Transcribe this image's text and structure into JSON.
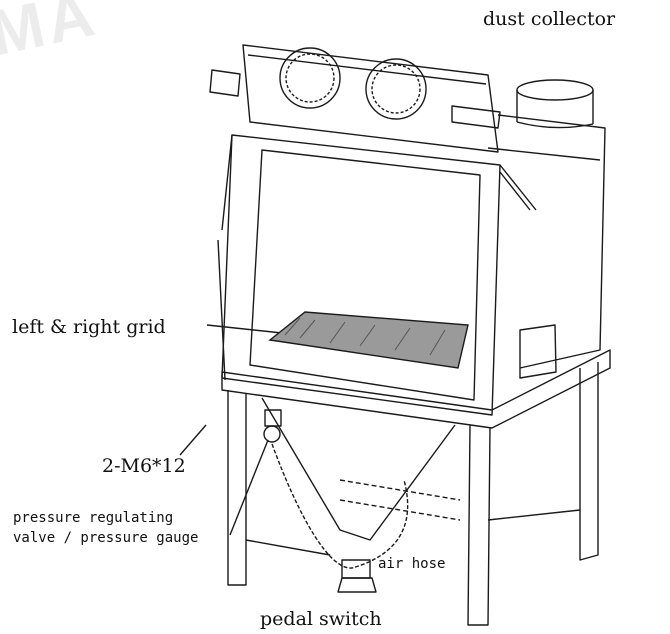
{
  "watermark": "MA",
  "labels": {
    "dust_collector": "dust collector",
    "grid": "left & right grid",
    "bolt": "2-M6*12",
    "valve_line1": "pressure regulating",
    "valve_line2": "valve / pressure gauge",
    "air_hose": "air hose",
    "pedal_switch": "pedal switch"
  },
  "colors": {
    "line": "#1a1a1a",
    "grid_fill": "#9a9a9a"
  }
}
